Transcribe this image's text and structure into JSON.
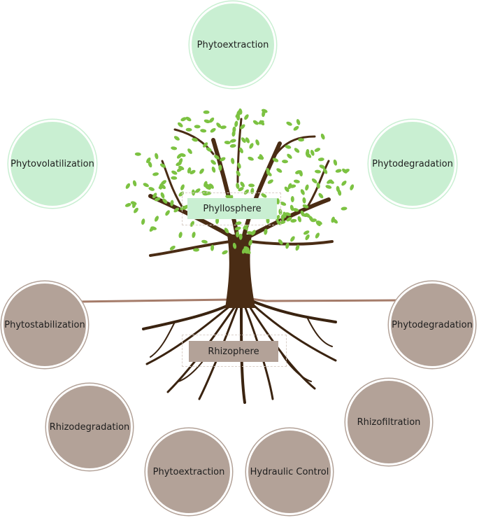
{
  "canopy": {
    "label": "Phyllosphere",
    "processes": [
      "Phytoextraction",
      "Phytovolatilization",
      "Phytodegradation"
    ]
  },
  "roots": {
    "label": "Rhizophere",
    "processes": [
      "Phytostabilization",
      "Phytodegradation",
      "Rhizodegradation",
      "Rhizofiltration",
      "Phytoextraction",
      "Hydraulic Control"
    ]
  },
  "colors": {
    "above_ground": "#c9efd2",
    "below_ground": "#b3a298",
    "leaf": "#7cc242",
    "trunk": "#4a2c14",
    "soil_line": "#a57c6a"
  }
}
